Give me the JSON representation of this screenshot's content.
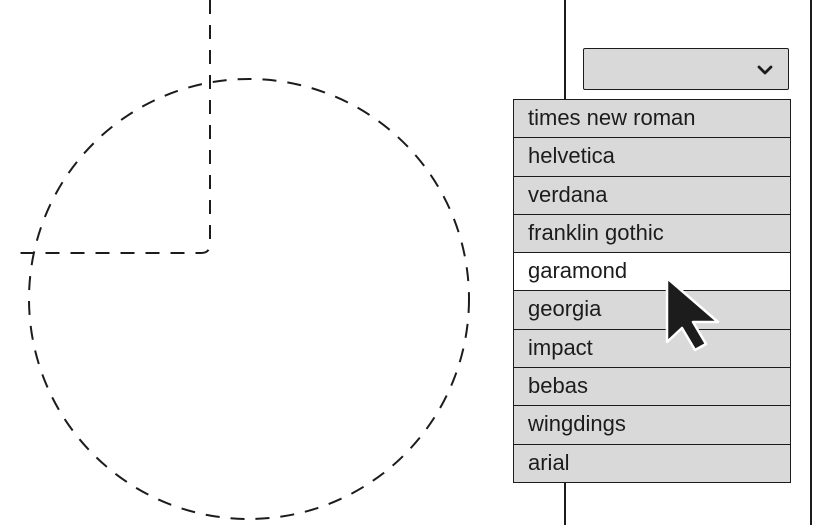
{
  "canvas": {
    "shapes": [
      "dashed-circle",
      "dashed-corner-guide"
    ]
  },
  "font_dropdown": {
    "selected_value": "",
    "chevron_icon": "chevron-down-icon",
    "options": [
      "times new roman",
      "helvetica",
      "verdana",
      "franklin gothic",
      "garamond",
      "georgia",
      "impact",
      "bebas",
      "wingdings",
      "arial"
    ],
    "hovered_option": "garamond"
  },
  "colors": {
    "option_background": "#d9d9d9",
    "option_hover_background": "#ffffff",
    "stroke": "#1c1c1c"
  },
  "pointer": {
    "icon": "arrow-cursor-icon"
  }
}
